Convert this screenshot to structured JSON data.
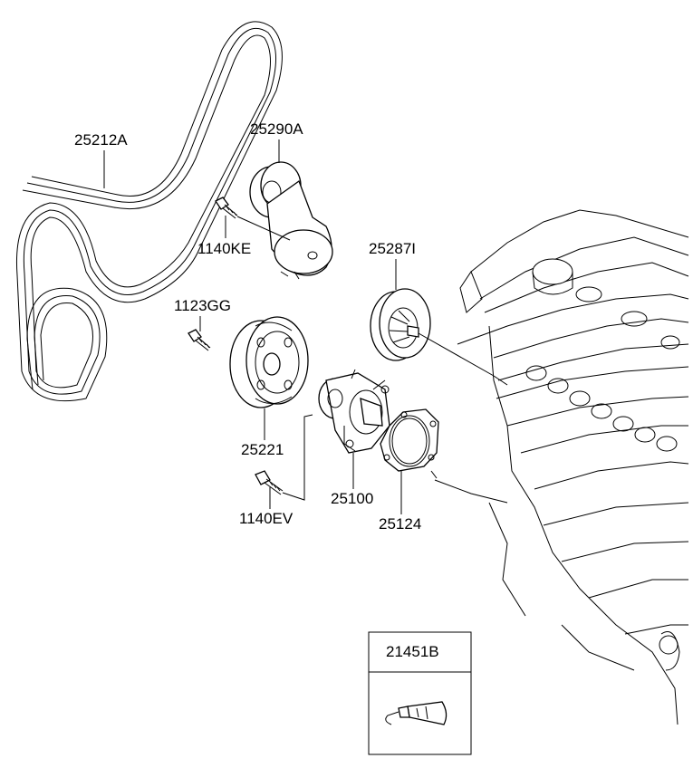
{
  "labels": {
    "belt": "25212A",
    "tensioner": "25290A",
    "tensioner_bolt": "1140KE",
    "idler_pulley": "25287I",
    "pulley_bolt": "1123GG",
    "water_pump_pulley": "25221",
    "water_pump": "25100",
    "gasket": "25124",
    "pump_bolt": "1140EV",
    "sealant": "21451B"
  },
  "icons": [
    "serpentine-belt",
    "belt-tensioner",
    "bolt",
    "idler-pulley",
    "pulley",
    "water-pump",
    "gasket",
    "engine-block",
    "sealant-tube"
  ]
}
